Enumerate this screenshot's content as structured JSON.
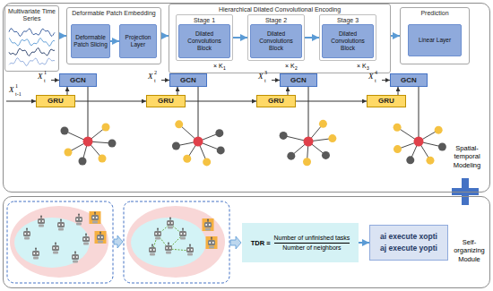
{
  "diagram": {
    "nodes": [
      {
        "text": [
          "Spatial-temporal Modeling"
        ]
      },
      {
        "text": [
          "Multivariate Time Series"
        ],
        "in": 0
      },
      {
        "text": [
          "Deformable Patch Embedding"
        ],
        "in": 0
      },
      {
        "text": [
          "Deformable Patch Slicing"
        ],
        "in": 2
      },
      {
        "text": [
          "Projection Layer"
        ],
        "in": 2
      },
      {
        "text": [
          "Hierarchical Dilated Convolutional Encoding"
        ],
        "in": 0
      },
      {
        "text": [
          "Stage 1",
          "Dilated Convolutions Block"
        ],
        "in": 5
      },
      {
        "text": [
          "Stage 2",
          "Dilated Convolutions Block"
        ],
        "in": 5
      },
      {
        "text": [
          "Stage 3",
          "Dilated Convolutions Block"
        ],
        "in": 5
      },
      {
        "text": [
          "Prediction"
        ],
        "in": 0
      },
      {
        "text": [
          "Linear Layer"
        ],
        "in": 9
      },
      {
        "text": [
          "GRU"
        ],
        "in": 0
      },
      {
        "text": [
          "GCN"
        ],
        "in": 0
      },
      {
        "text": [
          "GRU"
        ],
        "in": 0
      },
      {
        "text": [
          "GCN"
        ],
        "in": 0
      },
      {
        "text": [
          "GRU"
        ],
        "in": 0
      },
      {
        "text": [
          "GCN"
        ],
        "in": 0
      },
      {
        "text": [
          "GRU"
        ],
        "in": 0
      },
      {
        "text": [
          "GCN"
        ],
        "in": 0
      },
      {
        "text": [
          "Self-organizing Module"
        ]
      },
      {
        "text": [
          "TDR =",
          "Number of unfinished tasks",
          "Number of neighbors"
        ],
        "in": 19
      },
      {
        "text": [
          "ai execute xopti",
          "aj execute yopti"
        ],
        "in": 19
      }
    ],
    "edges": [
      {
        "from": 1,
        "to": 2,
        "arrow": "to"
      },
      {
        "from": 2,
        "to": 5,
        "arrow": "to"
      },
      {
        "from": 5,
        "to": 9,
        "arrow": "to"
      },
      {
        "from": 3,
        "to": 4,
        "arrow": "to"
      },
      {
        "from": 6,
        "to": 7,
        "arrow": "to"
      },
      {
        "from": 7,
        "to": 8,
        "arrow": "to"
      },
      {
        "from": 11,
        "to": 12,
        "arrow": "to"
      },
      {
        "from": 11,
        "to": 13,
        "arrow": "to"
      },
      {
        "from": 13,
        "to": 14,
        "arrow": "to"
      },
      {
        "from": 13,
        "to": 15,
        "arrow": "to"
      },
      {
        "from": 15,
        "to": 16,
        "arrow": "to"
      },
      {
        "from": 15,
        "to": 17,
        "arrow": "to"
      },
      {
        "from": 17,
        "to": 18,
        "arrow": "to"
      },
      {
        "from": 20,
        "to": 21,
        "arrow": "to"
      }
    ],
    "labels": [
      "× K",
      "1",
      "× K",
      "2",
      "× K",
      "3",
      "X",
      "1",
      "t-1",
      "X",
      "1",
      "t",
      "X",
      "2",
      "t",
      "X",
      "3",
      "t",
      "X",
      "4",
      "t"
    ]
  }
}
